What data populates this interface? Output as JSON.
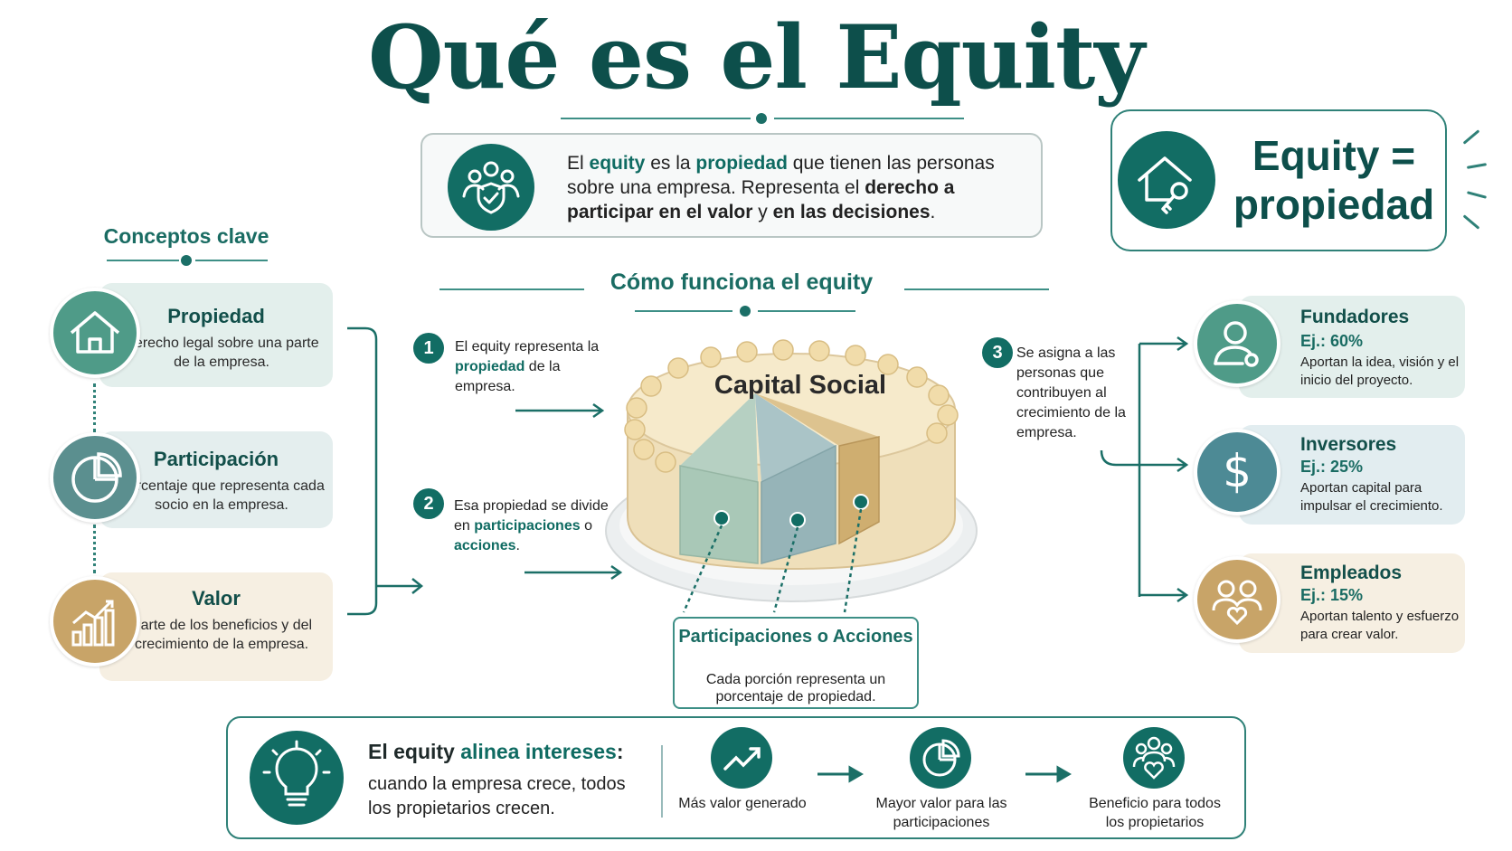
{
  "title": "Qué es el Equity",
  "definition": {
    "p1": "El ",
    "w1": "equity",
    "p2": " es la ",
    "w2": "propiedad",
    "p3": " que tienen las personas sobre una empresa. Representa el ",
    "w3": "derecho a participar en el valor",
    "p4": " y ",
    "w4": "en las decisiones",
    "p5": "."
  },
  "equity_badge": {
    "line1": "Equity =",
    "line2": "propiedad"
  },
  "conceptos": {
    "title": "Conceptos clave",
    "items": [
      {
        "title": "Propiedad",
        "desc": "Derecho legal sobre una parte de la empresa.",
        "icon": "house-icon",
        "color": "#4f9b88",
        "bg": "#e3efec"
      },
      {
        "title": "Participación",
        "desc": "Porcentaje que representa cada socio en la empresa.",
        "icon": "pie-chart-icon",
        "color": "#5b8f8f",
        "bg": "#e4eeee"
      },
      {
        "title": "Valor",
        "desc": "Parte de los beneficios y del crecimiento de la empresa.",
        "icon": "growth-bars-icon",
        "color": "#c8a468",
        "bg": "#f6efe2"
      }
    ]
  },
  "como": {
    "title": "Cómo funciona el equity",
    "step1": {
      "num": "1",
      "a": "El equity representa la ",
      "b": "propiedad",
      "c": " de la empresa."
    },
    "step2": {
      "num": "2",
      "a": "Esa propiedad se divide en ",
      "b": "participaciones",
      "c": " o ",
      "d": "acciones",
      "e": "."
    },
    "step3": {
      "num": "3",
      "text": "Se asigna a las personas que contribuyen al crecimiento de la empresa."
    },
    "cake_label": "Capital Social",
    "parts_title": "Participaciones o Acciones",
    "parts_desc": "Cada porción representa un porcentaje de propiedad."
  },
  "roles": [
    {
      "title": "Fundadores",
      "example": "Ej.: 60%",
      "desc": "Aportan la idea, visión y el inicio del proyecto.",
      "icon": "person-icon",
      "color": "#4f9b88",
      "bg": "#e3efec"
    },
    {
      "title": "Inversores",
      "example": "Ej.: 25%",
      "desc": "Aportan capital para impulsar el crecimiento.",
      "icon": "dollar-icon",
      "color": "#4d8a95",
      "bg": "#e2edf0"
    },
    {
      "title": "Empleados",
      "example": "Ej.: 15%",
      "desc": "Aportan talento y esfuerzo para crear valor.",
      "icon": "team-heart-icon",
      "color": "#c8a468",
      "bg": "#f6efe2"
    }
  ],
  "bottom": {
    "head_a": "El equity ",
    "head_b": "alinea intereses",
    "head_c": ":",
    "text": "cuando la empresa crece, todos los propietarios crecen.",
    "flow": [
      "Más valor generado",
      "Mayor valor para las participaciones",
      "Beneficio para todos los propietarios"
    ]
  },
  "colors": {
    "primary": "#126d64",
    "dark": "#0d4f4b",
    "accent": "#1a6c63"
  }
}
